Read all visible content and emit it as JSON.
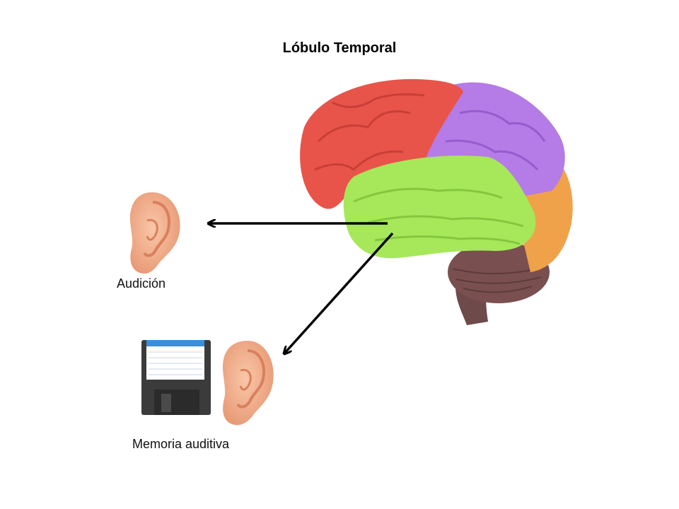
{
  "title": "Lóbulo Temporal",
  "labels": {
    "hearing": "Audición",
    "auditory_memory": "Memoria auditiva"
  },
  "icons": {
    "brain": "brain-icon",
    "ear": "ear-icon",
    "floppy_disk": "floppy-disk-icon"
  },
  "colors": {
    "frontal_lobe": "#e8544a",
    "parietal_lobe": "#b57be6",
    "occipital_lobe": "#f0a24a",
    "temporal_lobe": "#a6e85a",
    "cerebellum": "#7a4f50",
    "ear_skin": "#f4b48e",
    "floppy_label_bar": "#3a8fd8"
  }
}
